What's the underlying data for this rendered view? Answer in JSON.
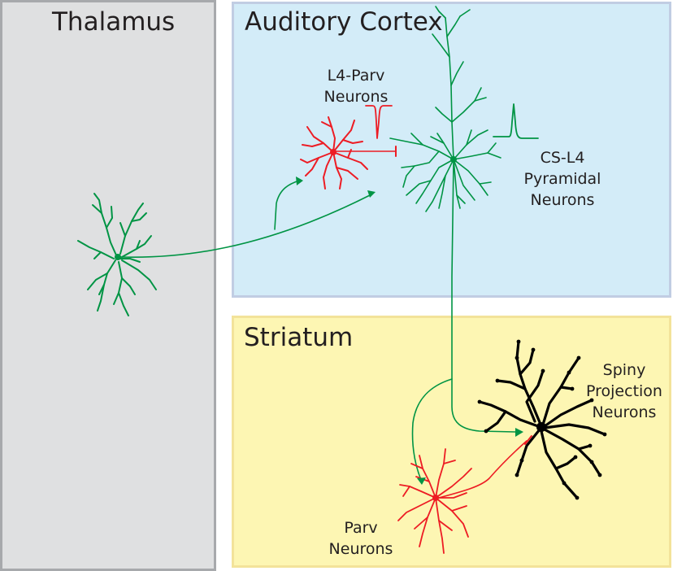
{
  "regions": {
    "thalamus": {
      "title": "Thalamus",
      "fill": "#dfe0e1",
      "border": "#a7a9ac"
    },
    "auditory_cortex": {
      "title": "Auditory Cortex",
      "fill": "#d3ecf8",
      "border": "#c1cde3"
    },
    "striatum": {
      "title": "Striatum",
      "fill": "#fdf6b3",
      "border": "#f3e39a"
    }
  },
  "labels": {
    "l4_parv": [
      "L4-Parv",
      "Neurons"
    ],
    "cs_l4": [
      "CS-L4",
      "Pyramidal",
      "Neurons"
    ],
    "spiny": [
      "Spiny",
      "Projection",
      "Neurons"
    ],
    "parv": [
      "Parv",
      "Neurons"
    ]
  },
  "colors": {
    "excitatory": "#009444",
    "inhibitory": "#ed1c24",
    "spiny": "#000000"
  },
  "icons": [
    "excitatory-synapse-arrow",
    "inhibitory-synapse-bar",
    "spike-trace"
  ]
}
